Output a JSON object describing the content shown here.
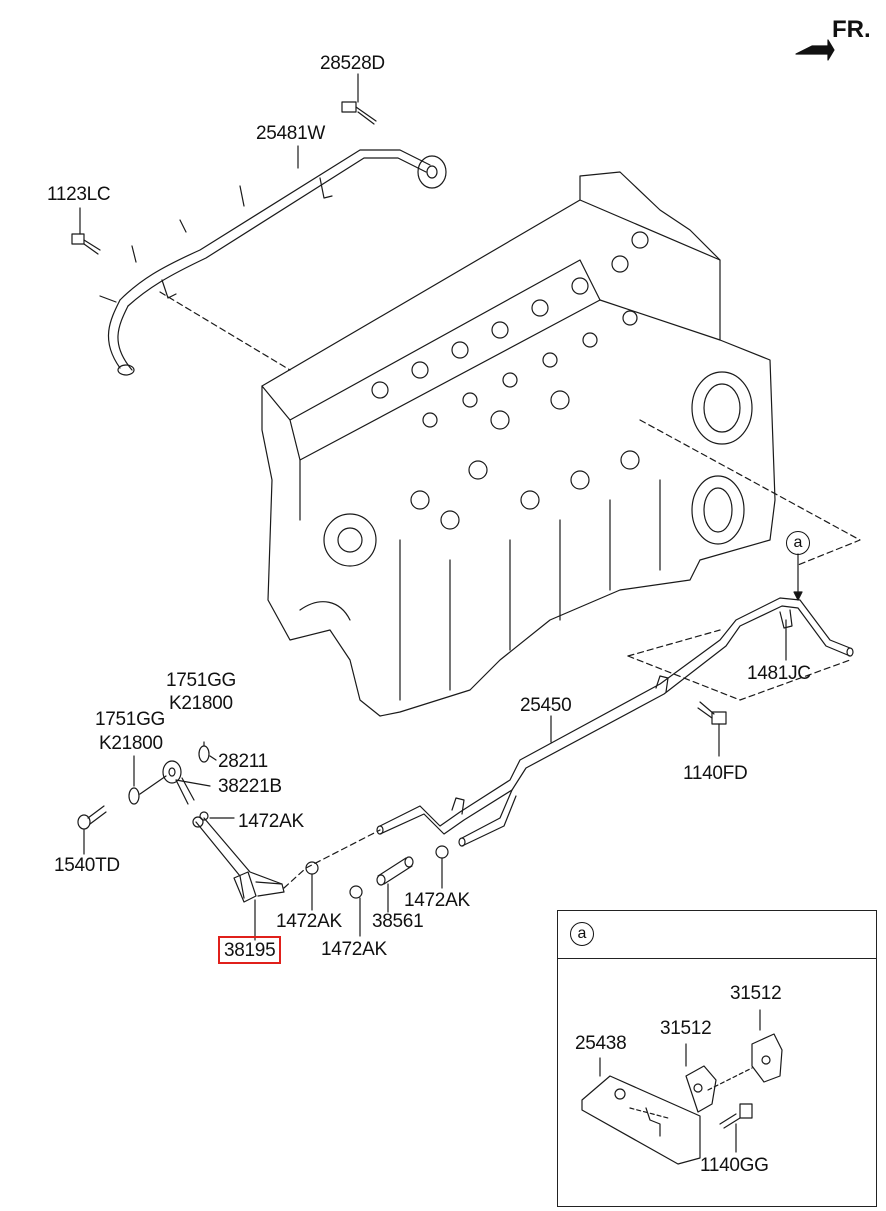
{
  "direction": {
    "label": "FR."
  },
  "callout": {
    "marker": "a"
  },
  "labels": {
    "p28528D": "28528D",
    "p25481W": "25481W",
    "p1123LC": "1123LC",
    "p1751GG_a": "1751GG",
    "pK21800_a": "K21800",
    "p1751GG_b": "1751GG",
    "pK21800_b": "K21800",
    "p28211": "28211",
    "p38221B": "38221B",
    "p1472AK_a": "1472AK",
    "p1540TD": "1540TD",
    "p38195": "38195",
    "p1472AK_b": "1472AK",
    "p38561": "38561",
    "p1472AK_c": "1472AK",
    "p1472AK_d": "1472AK",
    "p25450": "25450",
    "p1140FD": "1140FD",
    "p1481JC": "1481JC"
  },
  "inset": {
    "marker": "a",
    "labels": {
      "p31512_a": "31512",
      "p31512_b": "31512",
      "p25438": "25438",
      "p1140GG": "1140GG"
    }
  },
  "highlight": {
    "part": "38195",
    "color": "#e0201b"
  }
}
